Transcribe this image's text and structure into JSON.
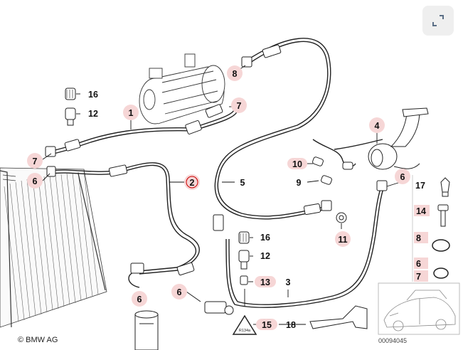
{
  "diagram": {
    "callouts": {
      "c1": "1",
      "c2": "2",
      "c3": "3",
      "c4": "4",
      "c5": "5",
      "c6a": "6",
      "c6b": "6",
      "c6c": "6",
      "c6d": "6",
      "c7a": "7",
      "c7b": "7",
      "c8": "8",
      "c9": "9",
      "c10": "10",
      "c11": "11",
      "c12a": "12",
      "c12b": "12",
      "c13": "13",
      "c15": "15",
      "c16a": "16",
      "c16b": "16",
      "c18": "18"
    },
    "legend": {
      "n17": "17",
      "n14": "14",
      "n8": "8",
      "n6": "6",
      "n7": "7"
    },
    "warning_text": "R134a",
    "copyright": "© BMW AG",
    "image_number": "00094045"
  },
  "colors": {
    "line": "#222222",
    "highlight": "#f6d6d6",
    "button_bg": "#efefef",
    "button_icon": "#5b6f86"
  },
  "icons": {
    "expand": "expand-diagonal-icon"
  }
}
